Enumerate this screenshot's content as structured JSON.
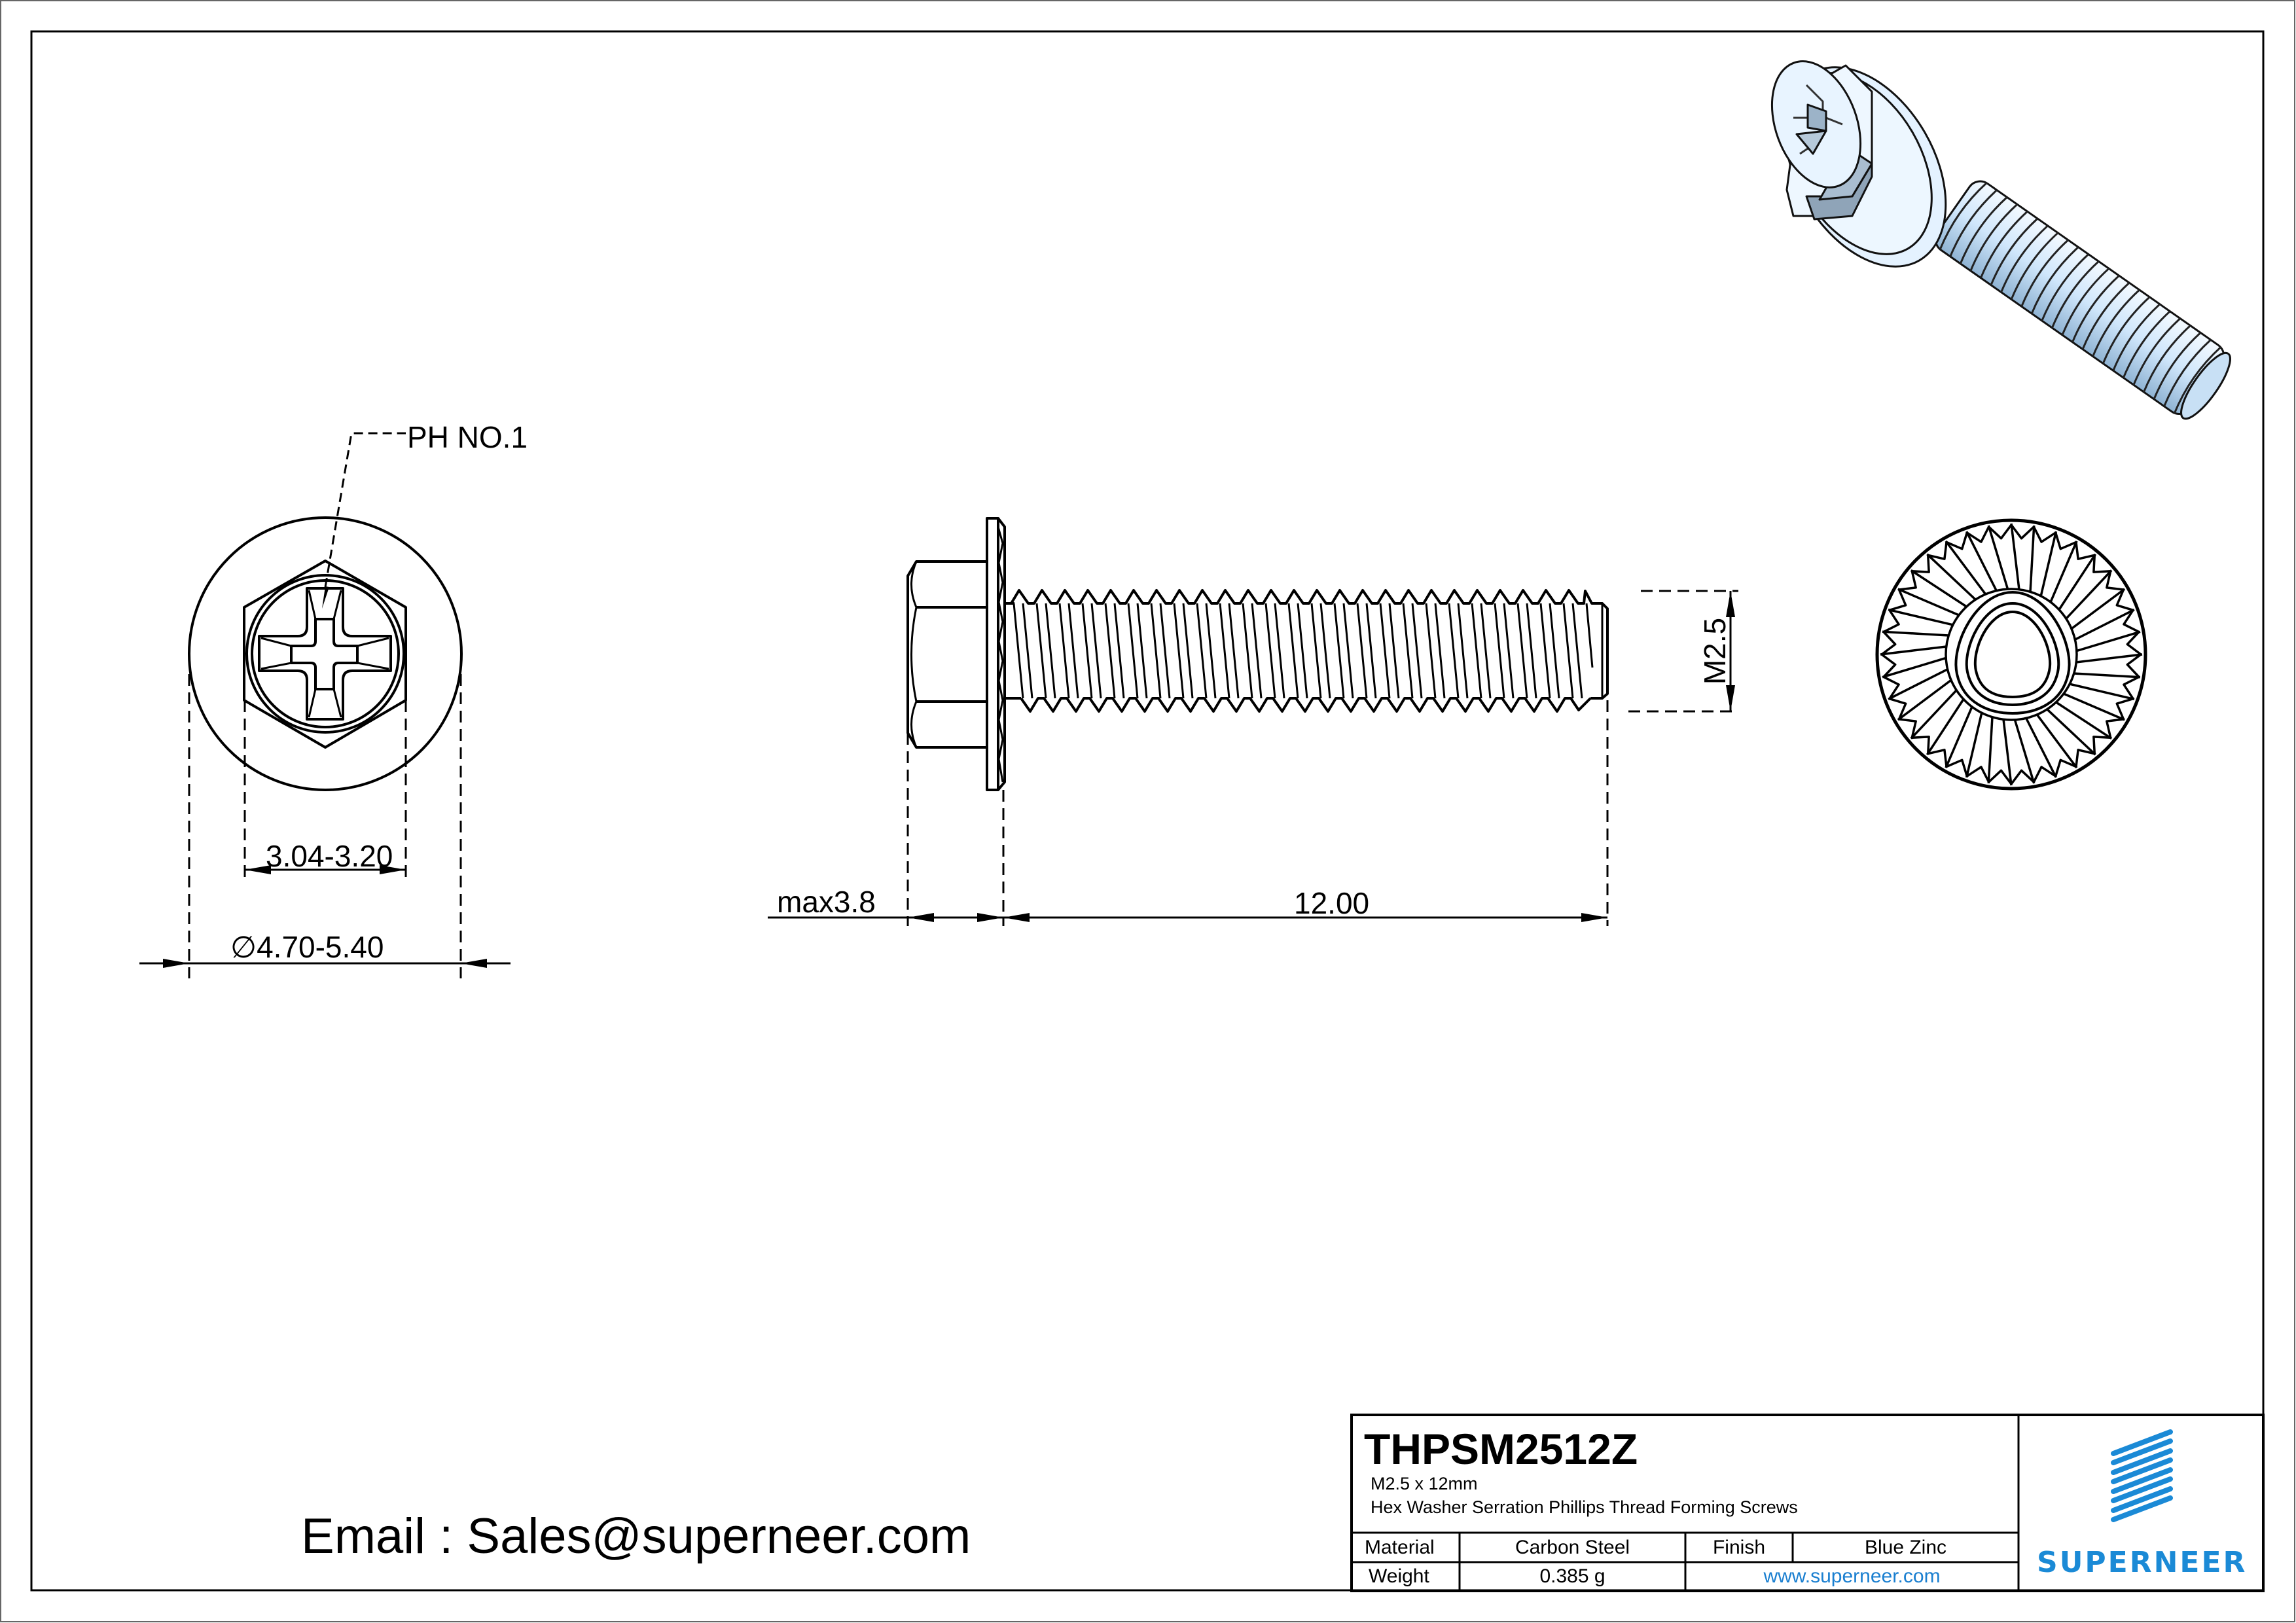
{
  "drawing": {
    "head_view": {
      "drive_callout": "PH NO.1",
      "hex_across_flats": "3.04-3.20",
      "flange_diameter": "4.70-5.40",
      "diameter_symbol": "∅"
    },
    "side_view": {
      "head_height": "max3.8",
      "length": "12.00",
      "thread_size": "M2.5"
    },
    "end_view": {
      "description": "serrated flange with trilobular thread-forming point"
    },
    "iso_view": {
      "description": "3D blue zinc screw rendering"
    }
  },
  "contact": {
    "email_line": "Email : Sales@superneer.com"
  },
  "title_block": {
    "part_number": "THPSM2512Z",
    "size": "M2.5 x 12mm",
    "description": "Hex Washer Serration Phillips Thread Forming  Screws",
    "material_label": "Material",
    "material_value": "Carbon Steel",
    "finish_label": "Finish",
    "finish_value": "Blue Zinc",
    "weight_label": "Weight",
    "weight_value": "0.385 g",
    "website": "www.superneer.com"
  },
  "brand": {
    "name": "SUPERNEER",
    "color": "#1b8ad6",
    "logo_icon": "slanted-stripes-logo-icon"
  },
  "colors": {
    "line": "#000000",
    "frame": "#555555",
    "link": "#1a7fd0",
    "iso_fill": "#dcefff",
    "iso_shade": "#9fb6cc"
  }
}
